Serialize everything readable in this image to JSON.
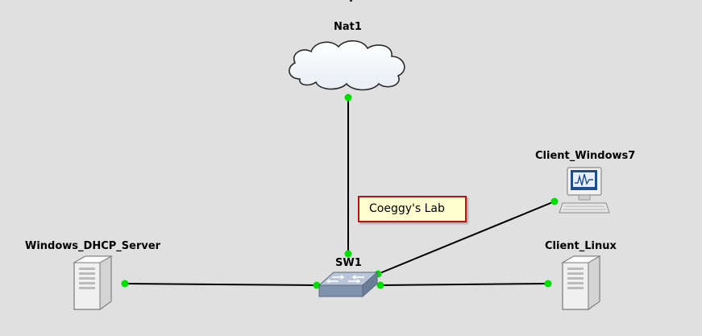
{
  "topology": {
    "nodes": {
      "nat1": {
        "label": "Nat1",
        "icon": "cloud-icon"
      },
      "client_windows7": {
        "label": "Client_Windows7",
        "icon": "workstation-icon"
      },
      "windows_dhcp_server": {
        "label": "Windows_DHCP_Server",
        "icon": "server-icon"
      },
      "sw1": {
        "label": "SW1",
        "icon": "switch-icon"
      },
      "client_linux": {
        "label": "Client_Linux",
        "icon": "server-icon"
      }
    },
    "note": {
      "text": "Coeggy's Lab"
    },
    "link_status_color": "#00e000",
    "note_border_color": "#c01010",
    "note_background": "#ffffd0"
  }
}
